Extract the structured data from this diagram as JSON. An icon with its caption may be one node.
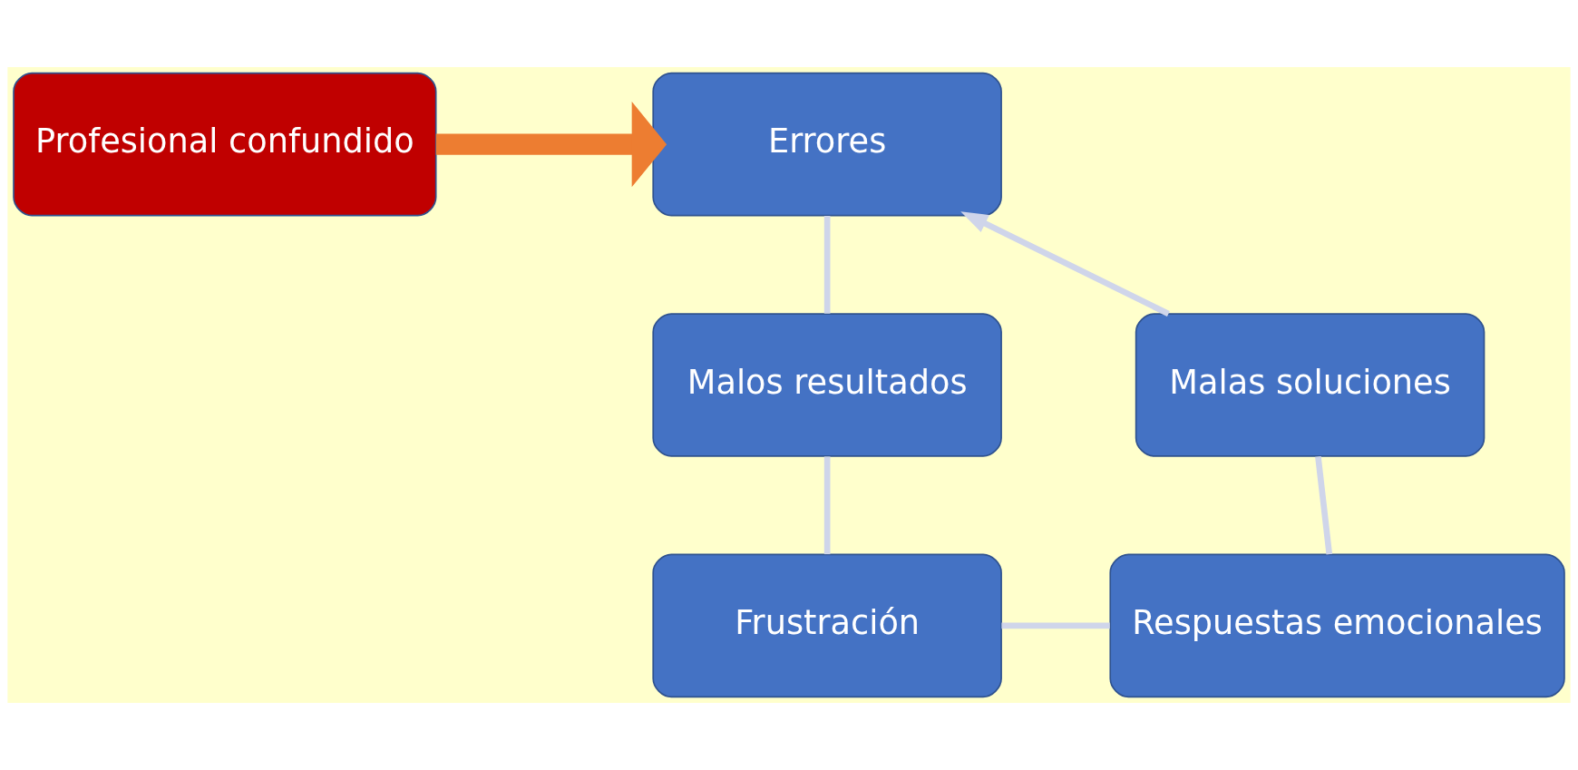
{
  "diagram": {
    "nodes": [
      {
        "text": [
          "Profesional confundido"
        ]
      },
      {
        "text": [
          "Errores"
        ]
      },
      {
        "text": [
          "Malos resultados"
        ]
      },
      {
        "text": [
          "Frustración"
        ]
      },
      {
        "text": [
          "Respuestas emocionales"
        ]
      },
      {
        "text": [
          "Malas soluciones"
        ]
      }
    ],
    "edges": [
      {
        "from": 0,
        "to": 1,
        "arrow": "to",
        "style": "thick",
        "color": "#ed7d31"
      },
      {
        "from": 1,
        "to": 2,
        "arrow": "none"
      },
      {
        "from": 2,
        "to": 3,
        "arrow": "none"
      },
      {
        "from": 3,
        "to": 4,
        "arrow": "none"
      },
      {
        "from": 4,
        "to": 5,
        "arrow": "none"
      },
      {
        "from": 5,
        "to": 1,
        "arrow": "to"
      }
    ]
  }
}
